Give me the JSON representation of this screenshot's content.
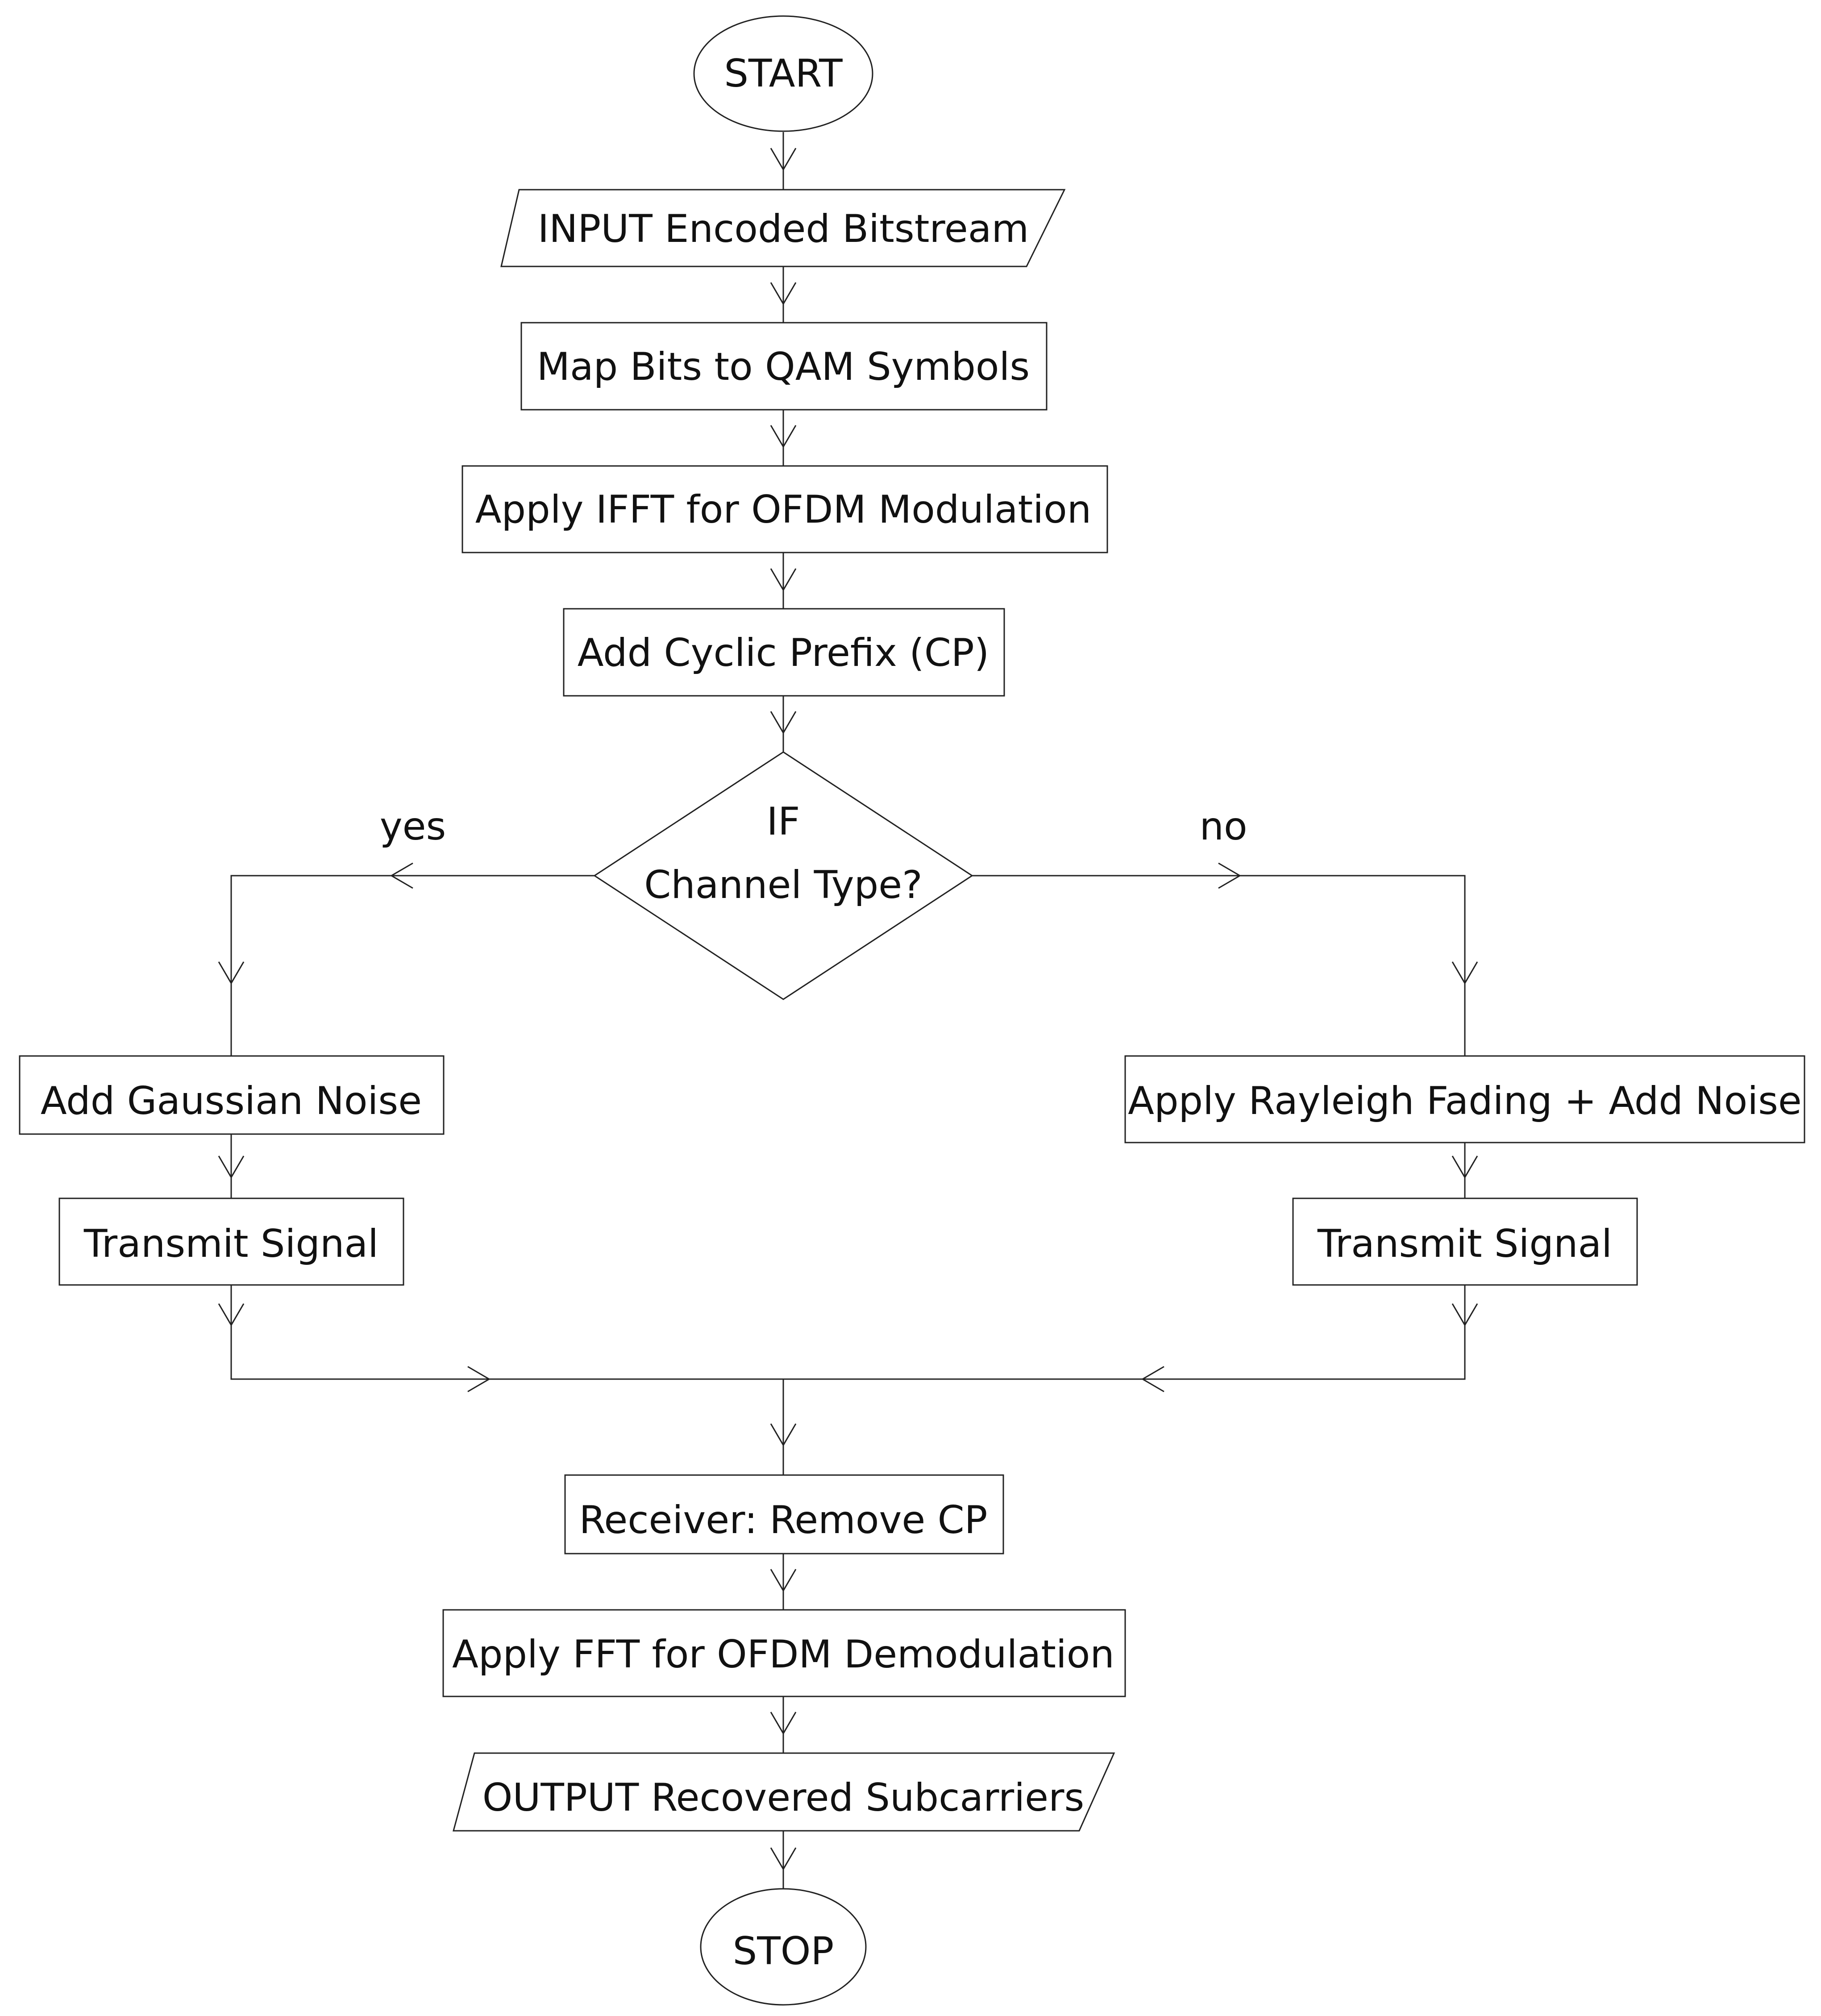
{
  "flowchart": {
    "nodes": {
      "start": {
        "shape": "terminal",
        "text": "START"
      },
      "input": {
        "shape": "io",
        "text": "INPUT Encoded Bitstream"
      },
      "map": {
        "shape": "process",
        "text": "Map Bits to QAM Symbols"
      },
      "ifft": {
        "shape": "process",
        "text": "Apply IFFT for OFDM Modulation"
      },
      "cp": {
        "shape": "process",
        "text": "Add Cyclic Prefix (CP)"
      },
      "decision": {
        "shape": "decision",
        "line1": "IF",
        "line2": "Channel Type?"
      },
      "gauss": {
        "shape": "process",
        "text": "Add Gaussian Noise"
      },
      "txyes": {
        "shape": "process",
        "text": "Transmit Signal"
      },
      "rayleigh": {
        "shape": "process",
        "text": "Apply Rayleigh Fading + Add Noise"
      },
      "txno": {
        "shape": "process",
        "text": "Transmit Signal"
      },
      "rxcp": {
        "shape": "process",
        "text": "Receiver: Remove CP"
      },
      "fft": {
        "shape": "process",
        "text": "Apply FFT for OFDM Demodulation"
      },
      "output": {
        "shape": "io",
        "text": "OUTPUT Recovered Subcarriers"
      },
      "stop": {
        "shape": "terminal",
        "text": "STOP"
      }
    },
    "edges": [
      {
        "from": "start",
        "to": "input"
      },
      {
        "from": "input",
        "to": "map"
      },
      {
        "from": "map",
        "to": "ifft"
      },
      {
        "from": "ifft",
        "to": "cp"
      },
      {
        "from": "cp",
        "to": "decision"
      },
      {
        "from": "decision",
        "to": "gauss",
        "label": "yes"
      },
      {
        "from": "decision",
        "to": "rayleigh",
        "label": "no"
      },
      {
        "from": "gauss",
        "to": "txyes"
      },
      {
        "from": "rayleigh",
        "to": "txno"
      },
      {
        "from": "txyes",
        "to": "rxcp"
      },
      {
        "from": "txno",
        "to": "rxcp"
      },
      {
        "from": "rxcp",
        "to": "fft"
      },
      {
        "from": "fft",
        "to": "output"
      },
      {
        "from": "output",
        "to": "stop"
      }
    ],
    "labels": {
      "yes": "yes",
      "no": "no"
    },
    "colors": {
      "stroke": "#222222",
      "fill": "#ffffff",
      "text": "#111111"
    }
  }
}
